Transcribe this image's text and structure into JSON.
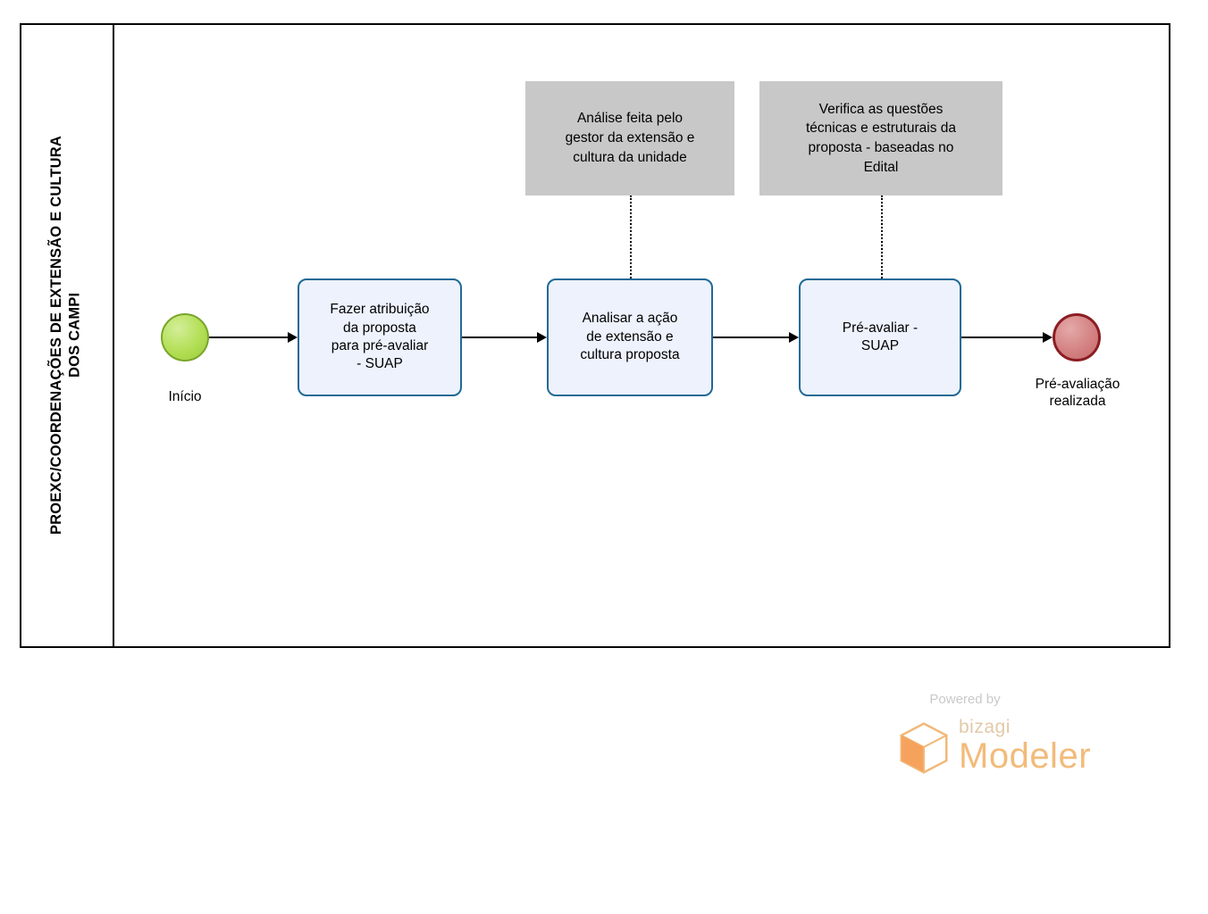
{
  "diagram": {
    "lane": {
      "title": "PROEXC/COORDENAÇÕES DE EXTENSÃO E CULTURA\nDOS CAMPI"
    },
    "events": [
      {
        "name": "start-event",
        "label": "Início",
        "type": "start",
        "color": "#b2df55",
        "border_color": "#7aa52b"
      },
      {
        "name": "end-event",
        "label": "Pré-avaliação\nrealizada",
        "type": "end",
        "color": "#d48282",
        "border_color": "#8b1d22"
      }
    ],
    "tasks": [
      {
        "name": "task-fazer-atribuicao",
        "label": "Fazer atribuição\nda proposta\npara pré-avaliar\n- SUAP"
      },
      {
        "name": "task-analisar-acao",
        "label": "Analisar a ação\nde extensão e\ncultura proposta"
      },
      {
        "name": "task-pre-avaliar",
        "label": "Pré-avaliar -\nSUAP"
      }
    ],
    "annotations": [
      {
        "name": "annotation-analise-gestor",
        "label": "Análise feita pelo\ngestor da extensão e\ncultura da unidade"
      },
      {
        "name": "annotation-verifica-questoes",
        "label": "Verifica as questões\ntécnicas e estruturais da\nproposta - baseadas no\nEdital"
      }
    ],
    "colors": {
      "task_fill": "#edf2fd",
      "task_border": "#1f6a96",
      "annotation_fill": "#c8c8c8",
      "pool_border": "#000000"
    }
  },
  "branding": {
    "powered_by": "Powered by",
    "product_small": "bizagi",
    "product_large": "Modeler"
  }
}
